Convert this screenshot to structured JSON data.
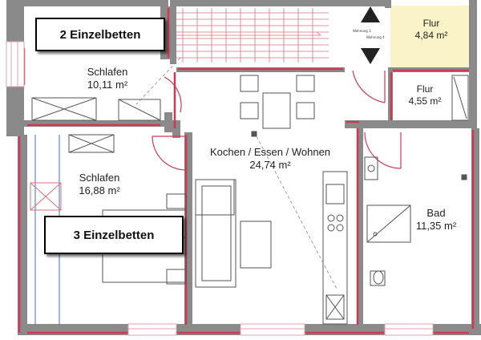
{
  "floor_plan": {
    "rooms": [
      {
        "id": "schlafen-top",
        "name": "Schlafen",
        "area": "10,11 m²"
      },
      {
        "id": "schlafen-left",
        "name": "Schlafen",
        "area": "16,88 m²"
      },
      {
        "id": "kochen",
        "name": "Kochen / Essen / Wohnen",
        "area": "24,74 m²"
      },
      {
        "id": "flur-top",
        "name": "Flur",
        "area": "4,84 m²"
      },
      {
        "id": "flur-mid",
        "name": "Flur",
        "area": "4,55 m²"
      },
      {
        "id": "bad",
        "name": "Bad",
        "area": "11,35 m²"
      }
    ],
    "callouts": {
      "top": "2 Einzelbetten",
      "bottom": "3 Einzelbetten"
    },
    "stair_labels": {
      "upper": "Wohnung 3",
      "lower": "Wohnung 4"
    },
    "colors": {
      "wall": "#8a8a8a",
      "wall_accent": "#cc3a55",
      "flur_fill": "#fbf3c8",
      "furniture": "#555555"
    }
  }
}
